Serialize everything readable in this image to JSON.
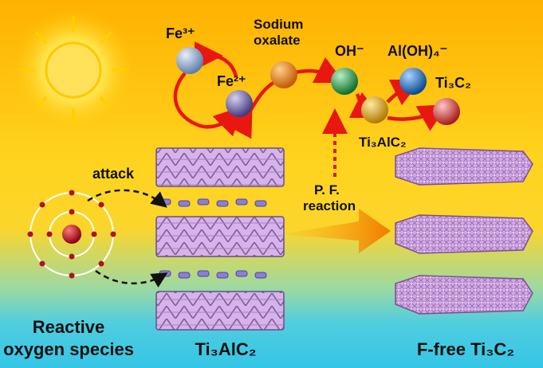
{
  "labels": {
    "fe3": "Fe³⁺",
    "fe2": "Fe²⁺",
    "sodium": "Sodium",
    "oxalate": "oxalate",
    "oh": "OH⁻",
    "aloh4": "Al(OH)₄⁻",
    "ti3c2_top": "Ti₃C₂",
    "ti3alc2_small": "Ti₃AlC₂",
    "attack": "attack",
    "pf": "P. F.",
    "reaction": "reaction",
    "ros_line1": "Reactive",
    "ros_line2": "oxygen species",
    "ti3alc2_bottom": "Ti₃AlC₂",
    "ffree": "F-free Ti₃C₂"
  },
  "colors": {
    "sky_top": "#FFB400",
    "sky_mid": "#FFD21A",
    "sea": "#35C8E6",
    "arrow_red": "#E8170F",
    "fe3_sphere": "#8CA8D0",
    "fe2_sphere": "#6F63A8",
    "oxalate_sphere": "#E77B12",
    "oh_sphere": "#21A34B",
    "aloh4_sphere": "#1E70C4",
    "ti3c2_sphere": "#E14A4A",
    "ti3alc2_sphere": "#E4A00E",
    "layer_violet": "#C99BE0",
    "atom_red": "#B0121A"
  },
  "icons": [
    "sun-icon",
    "atom-icon"
  ]
}
